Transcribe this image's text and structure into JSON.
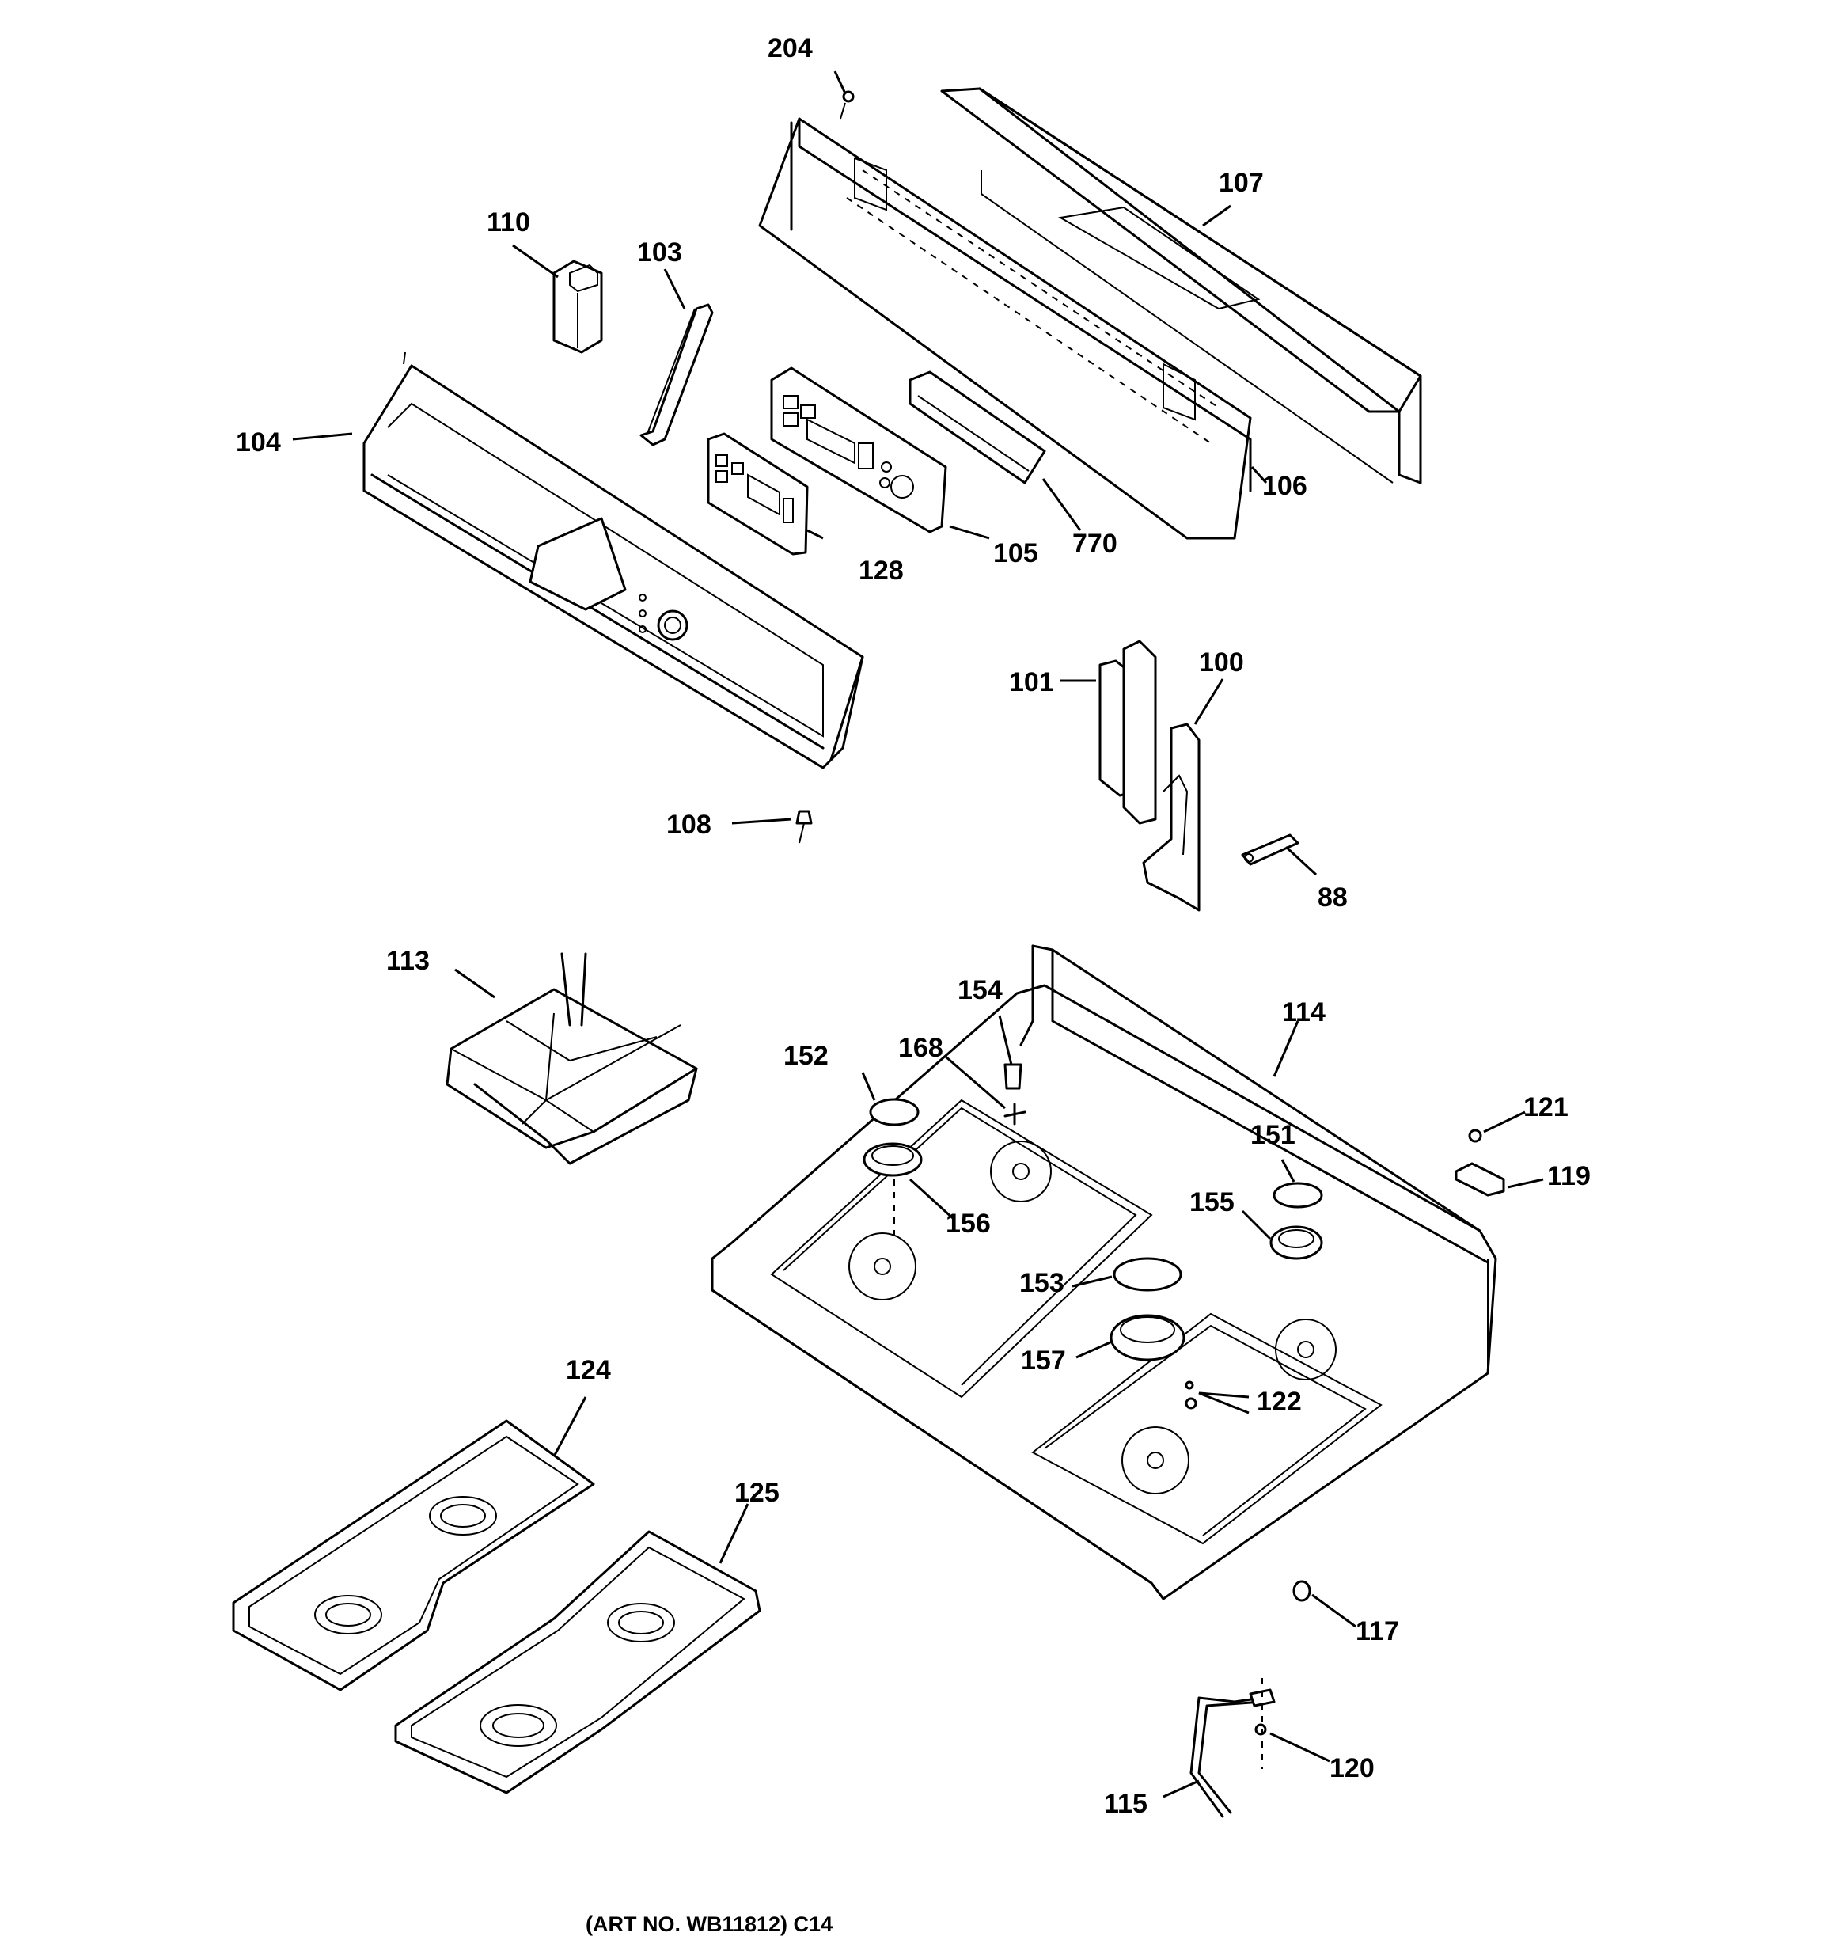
{
  "labels": {
    "l204": "204",
    "l107": "107",
    "l110": "110",
    "l103": "103",
    "l104": "104",
    "l106": "106",
    "l128": "128",
    "l105": "105",
    "l770": "770",
    "l101": "101",
    "l100": "100",
    "l108": "108",
    "l88": "88",
    "l113": "113",
    "l154": "154",
    "l114": "114",
    "l152": "152",
    "l168": "168",
    "l121": "121",
    "l151": "151",
    "l119": "119",
    "l155": "155",
    "l156": "156",
    "l153": "153",
    "l157": "157",
    "l122": "122",
    "l124": "124",
    "l125": "125",
    "l117": "117",
    "l120": "120",
    "l115": "115"
  },
  "caption": "(ART NO. WB11812) C14"
}
